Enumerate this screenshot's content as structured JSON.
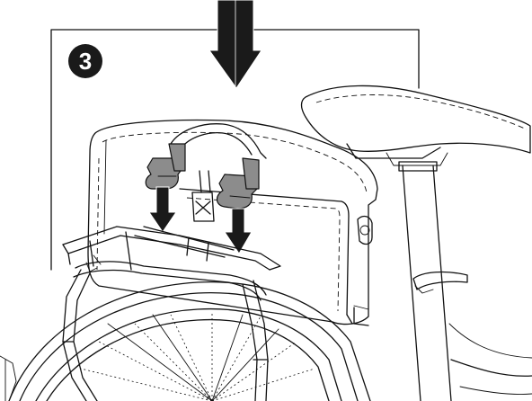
{
  "step": {
    "number": "3"
  },
  "colors": {
    "background": "#ffffff",
    "line": "#111111",
    "hook_fill": "#8c8c8c",
    "arrow_fill": "#1a1a1a",
    "badge_fill": "#1a1a1a"
  },
  "icons": {
    "step_badge": "filled-circle-number",
    "motion_arrows": "down-arrow"
  }
}
